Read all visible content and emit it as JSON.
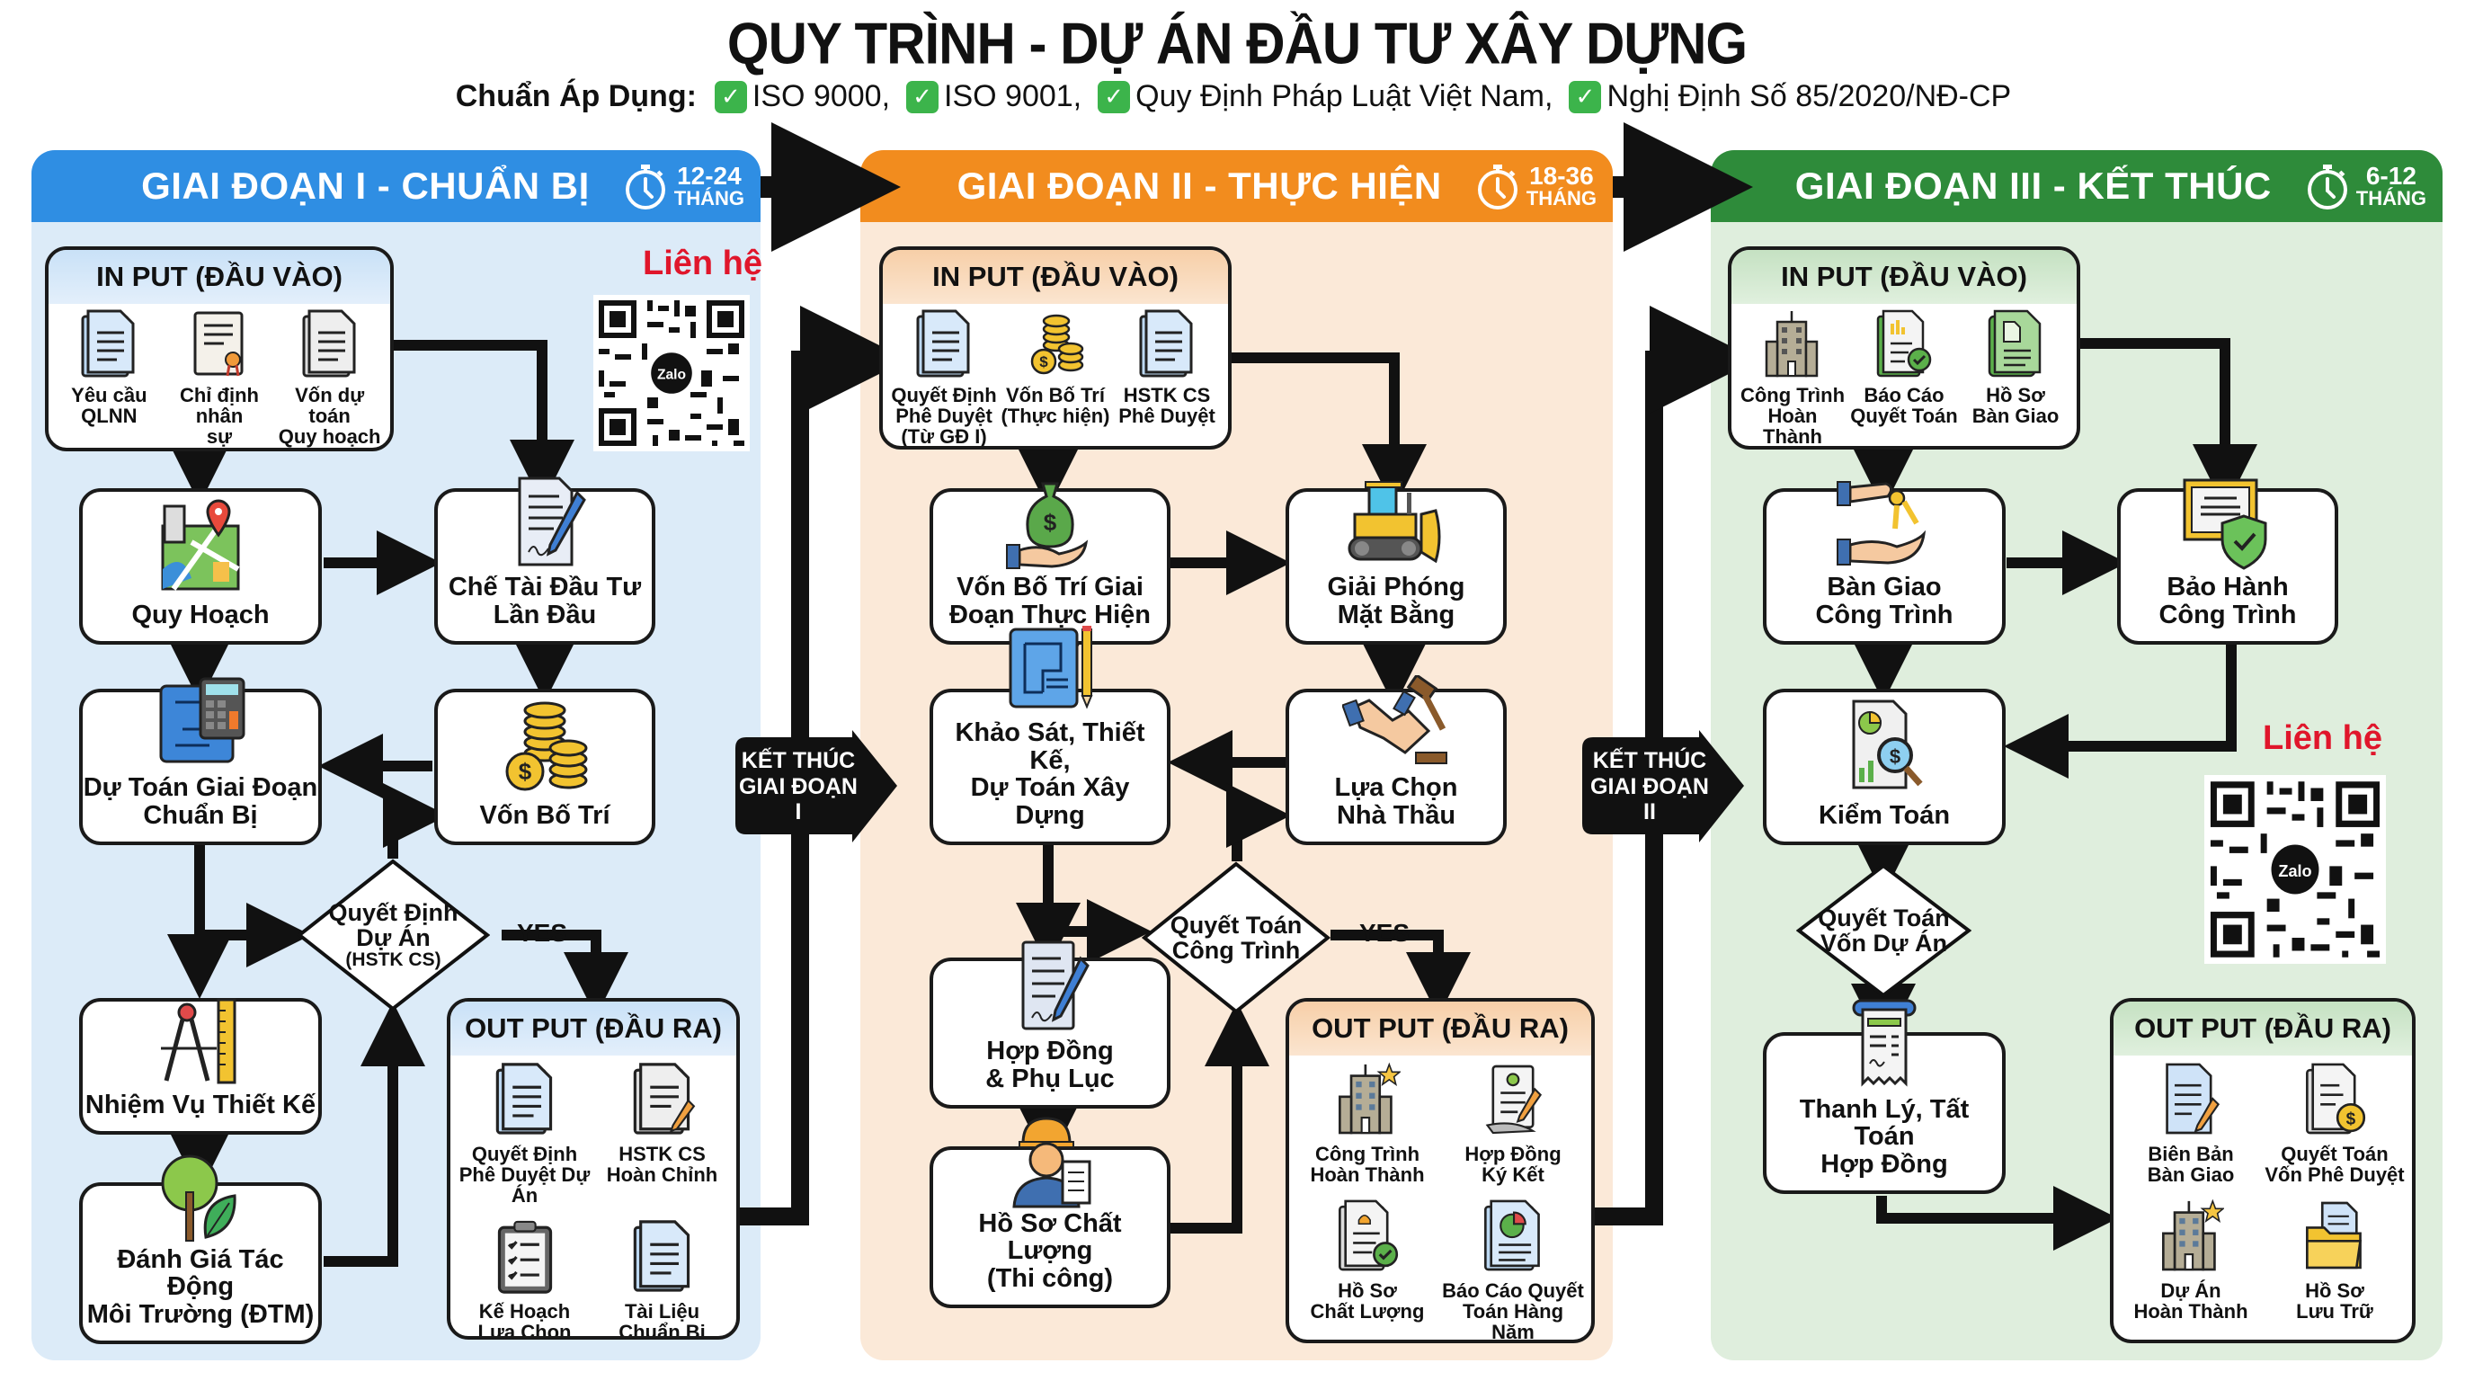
{
  "title": "QUY TRÌNH - DỰ ÁN ĐẦU TƯ XÂY DỰNG",
  "standards": {
    "label": "Chuẩn Áp Dụng:",
    "items": [
      "ISO 9000,",
      "ISO 9001,",
      "Quy Định Pháp Luật Việt Nam,",
      "Nghị Định Số 85/2020/NĐ-CP"
    ]
  },
  "colors": {
    "phase1": "#2f8ee3",
    "phase2": "#f28c1e",
    "phase3": "#2e8b3a",
    "check": "#3cb44b",
    "contact": "#e0162b"
  },
  "phases": [
    {
      "title": "GIAI ĐOẠN I - CHUẨN BỊ",
      "duration": "12-24",
      "unit": "THÁNG",
      "input_title": "IN PUT (ĐẦU VÀO)",
      "inputs": [
        {
          "icon": "document-icon",
          "label": "Yêu cầu\nQLNN"
        },
        {
          "icon": "certificate-icon",
          "label": "Chỉ định nhân\nsự (BQLDA)"
        },
        {
          "icon": "document-icon",
          "label": "Vốn dự toán\nQuy hoạch"
        }
      ],
      "steps": [
        {
          "icon": "map-pin-icon",
          "label": "Quy Hoạch"
        },
        {
          "icon": "contract-pen-icon",
          "label": "Chế Tài Đầu Tư\nLần Đầu"
        },
        {
          "icon": "blueprint-calculator-icon",
          "label": "Dự Toán Giai Đoạn\nChuẩn Bị"
        },
        {
          "icon": "coins-icon",
          "label": "Vốn Bố Trí"
        },
        {
          "icon": "compass-ruler-icon",
          "label": "Nhiệm Vụ Thiết Kế"
        },
        {
          "icon": "tree-leaf-icon",
          "label": "Đánh Giá Tác Động\nMôi Trường (ĐTM)"
        }
      ],
      "decision": {
        "label": "Quyết Định\nDự Án",
        "sub": "(HSTK CS)",
        "yes": "YES"
      },
      "output_title": "OUT PUT (ĐẦU RA)",
      "outputs": [
        {
          "icon": "document-icon",
          "label": "Quyết Định\nPhê Duyệt Dự Án"
        },
        {
          "icon": "document-pencil-icon",
          "label": "HSTK CS\nHoàn Chỉnh"
        },
        {
          "icon": "clipboard-checklist-icon",
          "label": "Kế Hoạch\nLựa Chọn NCC"
        },
        {
          "icon": "document-icon",
          "label": "Tài Liệu\nChuẩn Bị"
        }
      ],
      "contact": "Liên hệ",
      "end_label": "KẾT THÚC\nGIAI ĐOẠN I"
    },
    {
      "title": "GIAI ĐOẠN II - THỰC HIỆN",
      "duration": "18-36",
      "unit": "THÁNG",
      "input_title": "IN PUT (ĐẦU VÀO)",
      "inputs": [
        {
          "icon": "document-icon",
          "label": "Quyết Định\nPhê Duyệt\n(Từ GĐ I)"
        },
        {
          "icon": "coins-icon",
          "label": "Vốn Bố Trí\n(Thực hiện)"
        },
        {
          "icon": "document-icon",
          "label": "HSTK CS\nPhê Duyệt"
        }
      ],
      "steps": [
        {
          "icon": "money-bag-hand-icon",
          "label": "Vốn Bố Trí Giai\nĐoạn Thực Hiện"
        },
        {
          "icon": "bulldozer-icon",
          "label": "Giải Phóng\nMặt Bằng"
        },
        {
          "icon": "blueprint-pencil-icon",
          "label": "Khảo Sát, Thiết Kế,\nDự Toán Xây Dựng"
        },
        {
          "icon": "handshake-gavel-icon",
          "label": "Lựa Chọn\nNhà Thầu"
        },
        {
          "icon": "contract-pen-icon",
          "label": "Hợp Đồng\n& Phụ Lục"
        },
        {
          "icon": "worker-clipboard-icon",
          "label": "Hồ Sơ Chất Lượng\n(Thi công)"
        }
      ],
      "decision": {
        "label": "Quyết Toán\nCông Trình",
        "sub": "",
        "yes": "YES"
      },
      "output_title": "OUT PUT (ĐẦU RA)",
      "outputs": [
        {
          "icon": "building-star-icon",
          "label": "Công Trình\nHoàn Thành"
        },
        {
          "icon": "signed-contract-icon",
          "label": "Hợp Đồng\nKý Kết"
        },
        {
          "icon": "document-check-icon",
          "label": "Hồ Sơ\nChất Lượng"
        },
        {
          "icon": "report-chart-icon",
          "label": "Báo Cáo Quyết\nToán Hàng Năm"
        }
      ],
      "end_label": "KẾT THÚC\nGIAI ĐOẠN II"
    },
    {
      "title": "GIAI ĐOẠN III - KẾT THÚC",
      "duration": "6-12",
      "unit": "THÁNG",
      "input_title": "IN PUT (ĐẦU VÀO)",
      "inputs": [
        {
          "icon": "building-icon",
          "label": "Công Trình\nHoàn Thành\n(Từ GĐ II)"
        },
        {
          "icon": "report-check-icon",
          "label": "Báo Cáo\nQuyết Toán"
        },
        {
          "icon": "green-document-icon",
          "label": "Hồ Sơ\nBàn Giao"
        }
      ],
      "steps": [
        {
          "icon": "key-handover-icon",
          "label": "Bàn Giao\nCông Trình"
        },
        {
          "icon": "warranty-shield-icon",
          "label": "Bảo Hành\nCông Trình"
        },
        {
          "icon": "audit-magnifier-icon",
          "label": "Kiểm Toán"
        },
        {
          "icon": "receipt-icon",
          "label": "Thanh Lý, Tất Toán\nHợp Đồng"
        }
      ],
      "decision": {
        "label": "Quyết Toán\nVốn Dự Án",
        "sub": "",
        "yes": ""
      },
      "output_title": "OUT PUT (ĐẦU RA)",
      "outputs": [
        {
          "icon": "document-pencil-icon",
          "label": "Biên Bản\nBàn Giao"
        },
        {
          "icon": "document-dollar-icon",
          "label": "Quyết Toán\nVốn Phê Duyệt"
        },
        {
          "icon": "building-star-icon",
          "label": "Dự Án\nHoàn Thành"
        },
        {
          "icon": "folder-icon",
          "label": "Hồ Sơ\nLưu Trữ"
        }
      ],
      "contact": "Liên hệ"
    }
  ],
  "qr_badge": "Zalo"
}
